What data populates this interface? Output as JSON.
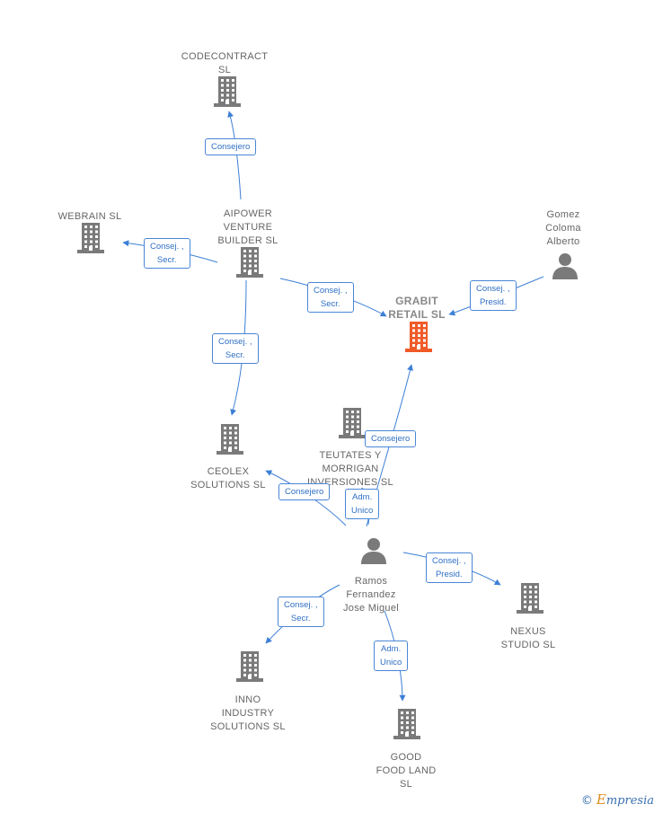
{
  "colors": {
    "company": "#7a7a7a",
    "focus": "#f05a28",
    "person": "#7a7a7a",
    "edge": "#3d7fd6"
  },
  "nodes": [
    {
      "id": "codecontract",
      "type": "company",
      "label": "CODECONTRACT\nSL"
    },
    {
      "id": "webrain",
      "type": "company",
      "label": "WEBRAIN  SL"
    },
    {
      "id": "aipower",
      "type": "company",
      "label": "AIPOWER\nVENTURE\nBUILDER  SL"
    },
    {
      "id": "gomez",
      "type": "person",
      "label": "Gomez\nColoma\nAlberto"
    },
    {
      "id": "grabit",
      "type": "focus",
      "label": "GRABIT\nRETAIL  SL"
    },
    {
      "id": "ceolex",
      "type": "company",
      "label": "CEOLEX\nSOLUTIONS  SL"
    },
    {
      "id": "teutates",
      "type": "company",
      "label": "TEUTATES Y\nMORRIGAN\nINVERSIONES SL"
    },
    {
      "id": "ramos",
      "type": "person",
      "label": "Ramos\nFernandez\nJose Miguel"
    },
    {
      "id": "nexus",
      "type": "company",
      "label": "NEXUS\nSTUDIO  SL"
    },
    {
      "id": "inno",
      "type": "company",
      "label": "INNO\nINDUSTRY\nSOLUTIONS  SL"
    },
    {
      "id": "goodfood",
      "type": "company",
      "label": "GOOD\nFOOD LAND\nSL"
    }
  ],
  "edges": [
    {
      "from": "aipower",
      "to": "codecontract",
      "label": "Consejero"
    },
    {
      "from": "aipower",
      "to": "webrain",
      "label": "Consej. ,\nSecr."
    },
    {
      "from": "aipower",
      "to": "grabit",
      "label": "Consej. ,\nSecr."
    },
    {
      "from": "gomez",
      "to": "grabit",
      "label": "Consej. ,\nPresid."
    },
    {
      "from": "aipower",
      "to": "ceolex",
      "label": "Consej. ,\nSecr."
    },
    {
      "from": "ramos",
      "to": "grabit",
      "label": "Consejero"
    },
    {
      "from": "ramos",
      "to": "ceolex",
      "label": "Consejero"
    },
    {
      "from": "ramos",
      "to": "teutates",
      "label": "Adm.\nUnico"
    },
    {
      "from": "ramos",
      "to": "nexus",
      "label": "Consej. ,\nPresid."
    },
    {
      "from": "ramos",
      "to": "inno",
      "label": "Consej. ,\nSecr."
    },
    {
      "from": "ramos",
      "to": "goodfood",
      "label": "Adm.\nUnico"
    }
  ],
  "brand": {
    "copyright": "©",
    "initial": "E",
    "rest": "mpresia"
  }
}
